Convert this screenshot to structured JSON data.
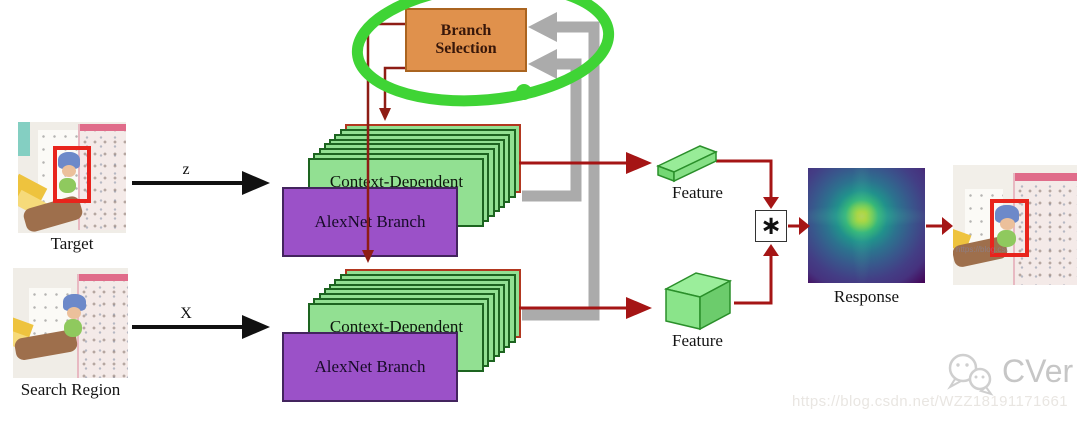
{
  "inputs": [
    {
      "label": "Target",
      "arrow_label": "z"
    },
    {
      "label": "Search Region",
      "arrow_label": "X"
    }
  ],
  "branch_selection_label": "Branch Selection",
  "stacks": [
    {
      "context_label": "Context-Dependent",
      "alexnet_label": "AlexNet Branch"
    },
    {
      "context_label": "Context-Dependent",
      "alexnet_label": "AlexNet Branch"
    }
  ],
  "features": [
    {
      "label": "Feature"
    },
    {
      "label": "Feature"
    }
  ],
  "operator_symbol": "∗",
  "response_label": "Response",
  "watermark": {
    "brand": "CVer",
    "url": "https://blog.csdn.net/WZZ18191171661"
  },
  "colors": {
    "stack_green": "#92e092",
    "stack_back_border": "#b2371f",
    "alexnet_purple": "#9b51c8",
    "branch_orange": "#e0914c",
    "annotation_green": "#3fd435",
    "feedback_gray": "#ababab",
    "flow_red": "#a51515"
  }
}
